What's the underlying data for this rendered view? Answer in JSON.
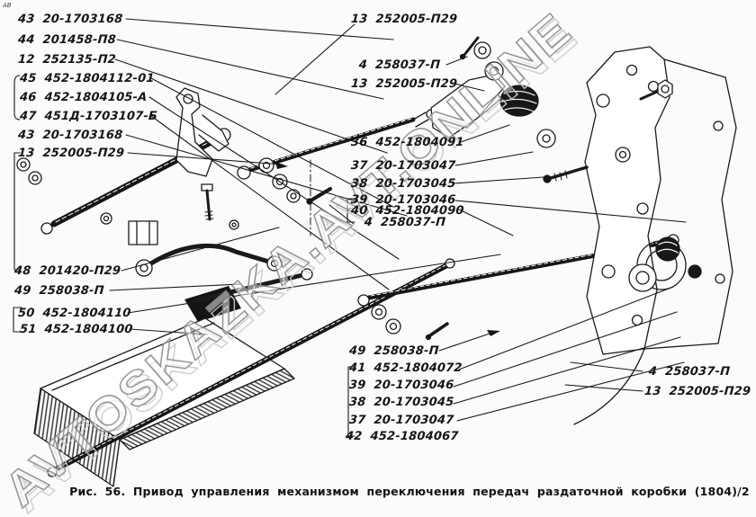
{
  "figure": {
    "caption": "Рис. 56. Привод управления механизмом переключения передач раздаточной коробки (1804)/2"
  },
  "watermark": {
    "text": "AVTOSKAZKA.AVT.ONLINE"
  },
  "corner_mark": "АВ",
  "colors": {
    "ink": "#1a1a1a",
    "paper": "#fbfbfa",
    "watermark_outline": "#8d8d8d"
  },
  "callouts": {
    "left_top": [
      {
        "num": "43",
        "part": "20-1703168"
      },
      {
        "num": "44",
        "part": "201458-П8"
      },
      {
        "num": "12",
        "part": "252135-П2"
      },
      {
        "num": "45",
        "part": "452-1804112-01"
      },
      {
        "num": "46",
        "part": "452-1804105-А"
      },
      {
        "num": "47",
        "part": "451Д-1703107-Б"
      },
      {
        "num": "43",
        "part": "20-1703168"
      },
      {
        "num": "13",
        "part": "252005-П29"
      }
    ],
    "left_bottom": [
      {
        "num": "48",
        "part": "201420-П29"
      },
      {
        "num": "49",
        "part": "258038-П"
      },
      {
        "num": "50",
        "part": "452-1804110"
      },
      {
        "num": "51",
        "part": "452-1804100"
      }
    ],
    "top_middle": [
      {
        "num": "13",
        "part": "252005-П29"
      },
      {
        "num": "4",
        "part": "258037-П"
      },
      {
        "num": "13",
        "part": "252005-П29"
      }
    ],
    "middle": [
      {
        "num": "36",
        "part": "452-1804091"
      },
      {
        "num": "37",
        "part": "20-1703047"
      },
      {
        "num": "38",
        "part": "20-1703045"
      },
      {
        "num": "39",
        "part": "20-1703046"
      },
      {
        "num": "40",
        "part": "452-1804090"
      },
      {
        "num": "4",
        "part": "258037-П"
      }
    ],
    "bottom_middle": [
      {
        "num": "49",
        "part": "258038-П"
      },
      {
        "num": "41",
        "part": "452-1804072"
      },
      {
        "num": "39",
        "part": "20-1703046"
      },
      {
        "num": "38",
        "part": "20-1703045"
      },
      {
        "num": "37",
        "part": "20-1703047"
      },
      {
        "num": "42",
        "part": "452-1804067"
      }
    ],
    "right": [
      {
        "num": "4",
        "part": "258037-П"
      },
      {
        "num": "13",
        "part": "252005-П29"
      }
    ]
  }
}
